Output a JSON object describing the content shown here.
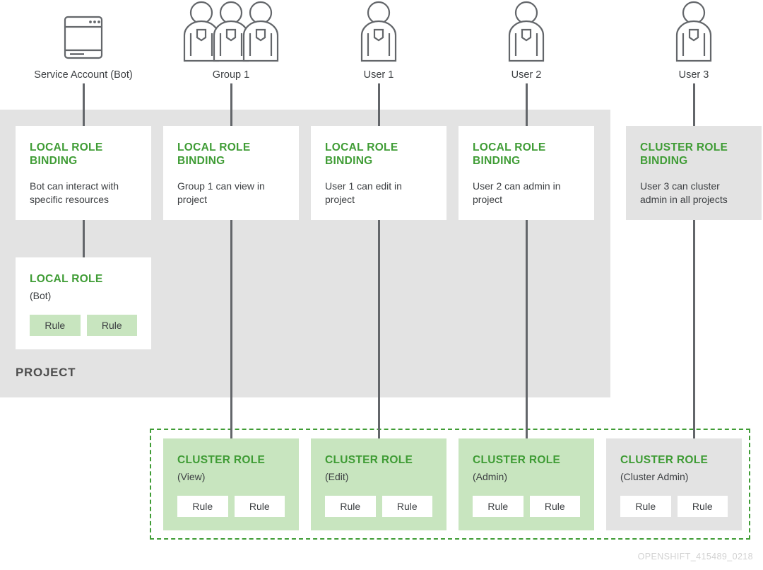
{
  "diagram": {
    "project_label": "PROJECT",
    "watermark": "OPENSHIFT_415489_0218",
    "colors": {
      "green_accent": "#3f9c35",
      "green_fill": "#c8e5bf",
      "gray_band": "#e3e3e3",
      "line": "#63666a",
      "text": "#3c3f42"
    }
  },
  "actors": [
    {
      "label": "Service Account (Bot)",
      "icon": "server-window-icon"
    },
    {
      "label": "Group 1",
      "icon": "group-of-people-icon"
    },
    {
      "label": "User 1",
      "icon": "person-icon"
    },
    {
      "label": "User 2",
      "icon": "person-icon"
    },
    {
      "label": "User 3",
      "icon": "person-icon"
    }
  ],
  "bindings": [
    {
      "title": "LOCAL ROLE BINDING",
      "description": "Bot can interact with specific resources",
      "style": "white"
    },
    {
      "title": "LOCAL ROLE BINDING",
      "description": "Group 1 can view in project",
      "style": "white"
    },
    {
      "title": "LOCAL ROLE BINDING",
      "description": "User 1 can edit in project",
      "style": "white"
    },
    {
      "title": "LOCAL ROLE BINDING",
      "description": "User 2 can admin in project",
      "style": "white"
    },
    {
      "title": "CLUSTER ROLE BINDING",
      "description": "User 3 can cluster admin in all projects",
      "style": "gray"
    }
  ],
  "local_role": {
    "title": "LOCAL ROLE",
    "subtitle": "(Bot)",
    "rules": [
      "Rule",
      "Rule"
    ]
  },
  "cluster_roles": [
    {
      "title": "CLUSTER ROLE",
      "subtitle": "(View)",
      "rules": [
        "Rule",
        "Rule"
      ],
      "style": "green"
    },
    {
      "title": "CLUSTER ROLE",
      "subtitle": "(Edit)",
      "rules": [
        "Rule",
        "Rule"
      ],
      "style": "green"
    },
    {
      "title": "CLUSTER ROLE",
      "subtitle": "(Admin)",
      "rules": [
        "Rule",
        "Rule"
      ],
      "style": "green"
    },
    {
      "title": "CLUSTER ROLE",
      "subtitle": "(Cluster Admin)",
      "rules": [
        "Rule",
        "Rule"
      ],
      "style": "gray"
    }
  ]
}
